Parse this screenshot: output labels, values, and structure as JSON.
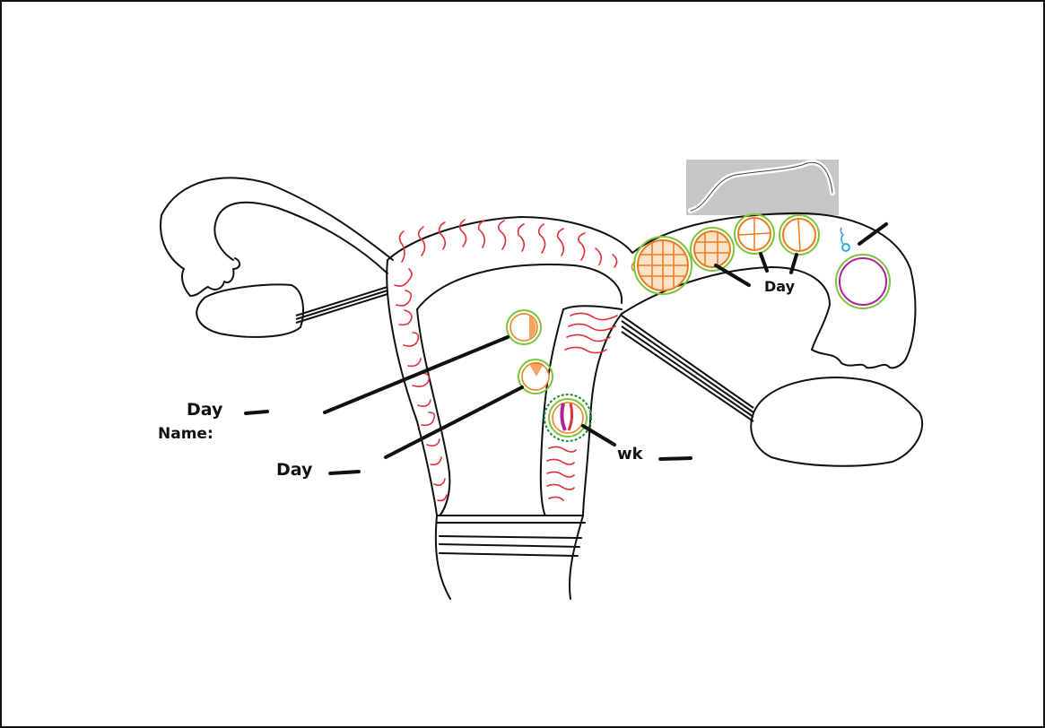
{
  "labels": {
    "day_top": "Day",
    "name": "Name:",
    "day_bottom": "Day",
    "wk": "wk",
    "day_right": "Day"
  },
  "colors": {
    "outline": "#111111",
    "endometrium": "#e0303a",
    "cell_fill": "#f07b1c",
    "membrane": "#7cc43a",
    "trophoblast": "#1f8a3a",
    "ovum_ring": "#b0219a",
    "sperm": "#2fa8e0",
    "highlight_box": "#c6c6c6"
  },
  "icons": [
    "uterus-diagram",
    "ovary",
    "fallopian-tube",
    "morula",
    "blastocyst",
    "embryo",
    "ovum",
    "sperm"
  ]
}
